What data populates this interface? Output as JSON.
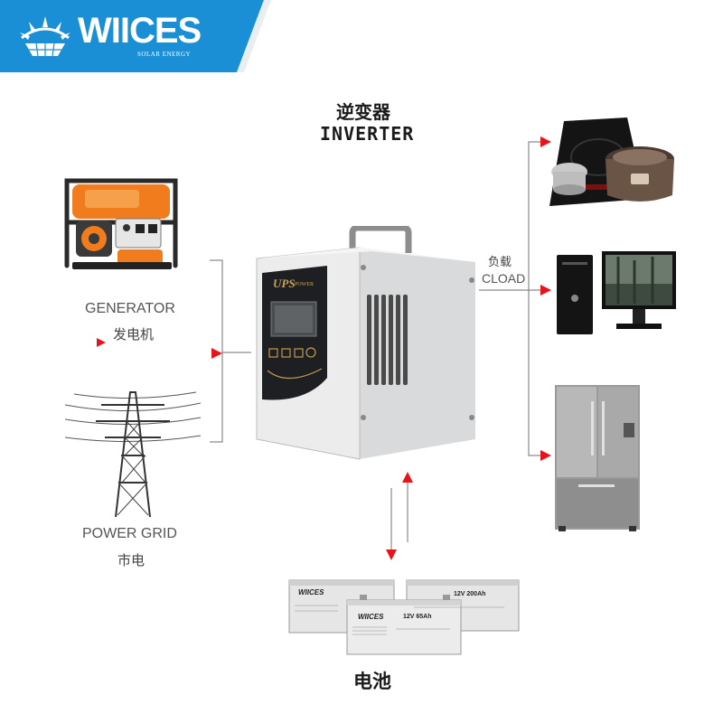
{
  "header": {
    "brand": "WIICES",
    "tagline": "SOLAR ENERGY",
    "background_color": "#1a8fd6"
  },
  "diagram": {
    "inverter_title_cn": "逆变器",
    "inverter_title_en": "INVERTER",
    "generator_label_en": "GENERATOR",
    "generator_label_cn": "发电机",
    "grid_label_en": "POWER GRID",
    "grid_label_cn": "市电",
    "load_label_cn": "负载",
    "load_label_en": "CLOAD",
    "battery_label_cn": "电池",
    "arrow_color": "#e8141b"
  },
  "inverter_device": {
    "brand_text": "UPS",
    "brand_sub": "POWER"
  },
  "batteries": {
    "brand": "WIICES",
    "small_spec": "12V 65Ah",
    "large_spec": "12V 200Ah"
  }
}
